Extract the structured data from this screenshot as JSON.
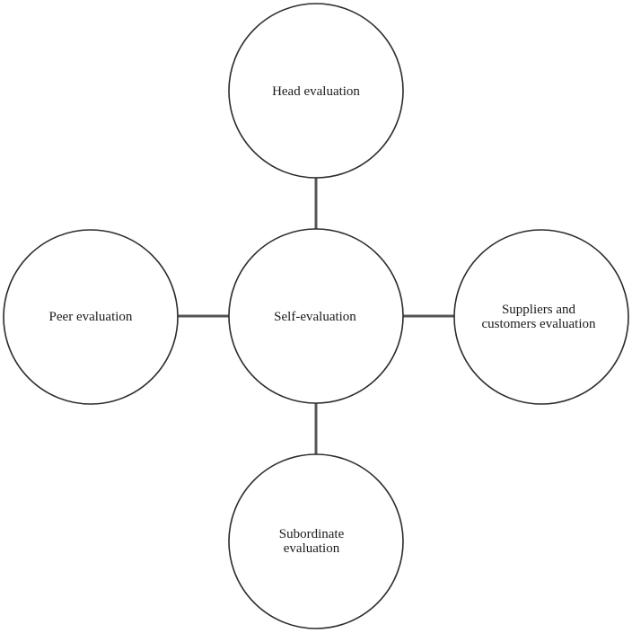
{
  "diagram": {
    "center": {
      "label": "Self-evaluation"
    },
    "top": {
      "label": "Head evaluation"
    },
    "left": {
      "label": "Peer evaluation"
    },
    "right": {
      "label_line1": "Suppliers and",
      "label_line2": "customers evaluation"
    },
    "bottom": {
      "label_line1": "Subordinate",
      "label_line2": "evaluation"
    }
  }
}
